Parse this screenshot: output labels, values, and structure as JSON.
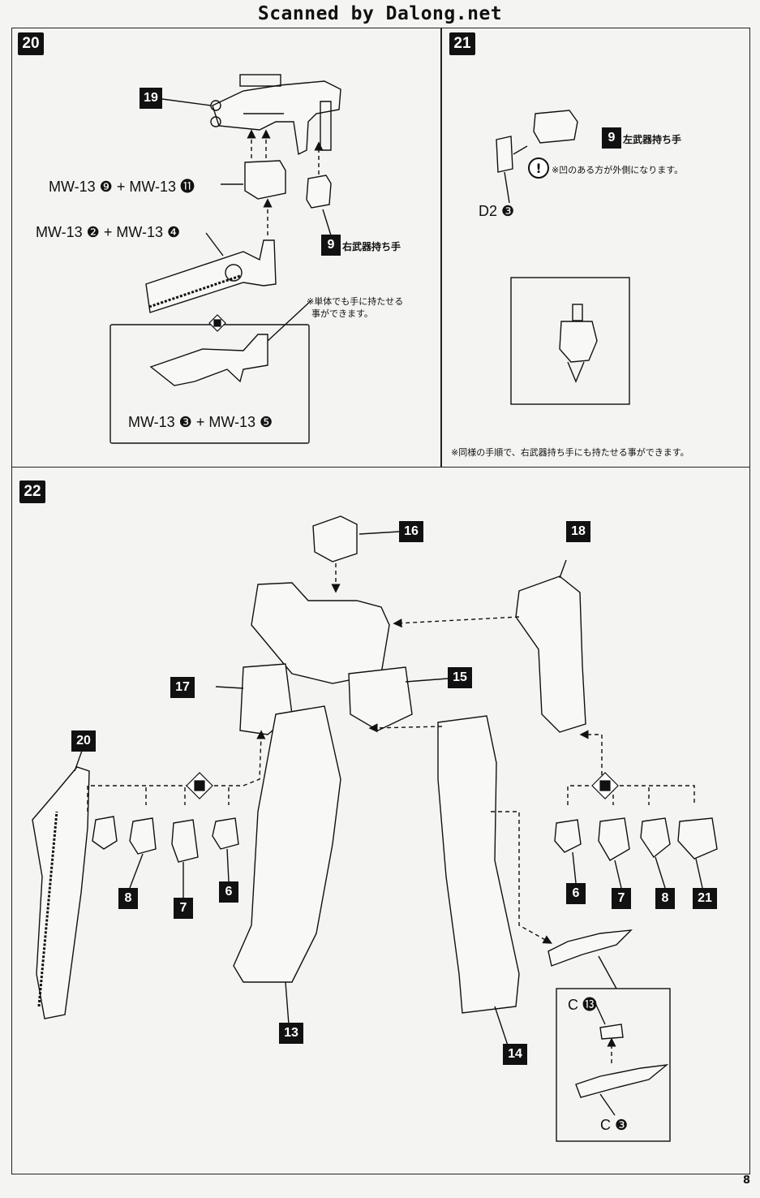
{
  "watermark": "Scanned by Dalong.net",
  "page_number": "8",
  "step20": {
    "number": "20",
    "part_19": "19",
    "part_9": "9",
    "right_hand_label": "右武器持ち手",
    "combo1": "MW-13 ❾ + MW-13 ⓫",
    "combo2": "MW-13 ❷ + MW-13 ❹",
    "combo3": "MW-13 ❸ + MW-13 ❺",
    "note_single_line1": "※単体でも手に持たせる",
    "note_single_line2": "事ができます。"
  },
  "step21": {
    "number": "21",
    "part_9": "9",
    "left_hand_label": "左武器持ち手",
    "warning_note": "※凹のある方が外側になります。",
    "part_d2": "D2 ❸",
    "bottom_note": "※同様の手順で、右武器持ち手にも持たせる事ができます。"
  },
  "step22": {
    "number": "22",
    "part_labels": {
      "p16": "16",
      "p18": "18",
      "p17": "17",
      "p15": "15",
      "p20": "20",
      "p13": "13",
      "p14": "14",
      "left_hands": [
        "8",
        "7",
        "6"
      ],
      "right_hands": [
        "6",
        "7",
        "8",
        "21"
      ]
    },
    "knife_c13": "C ⓭",
    "knife_c3": "C ❸"
  }
}
